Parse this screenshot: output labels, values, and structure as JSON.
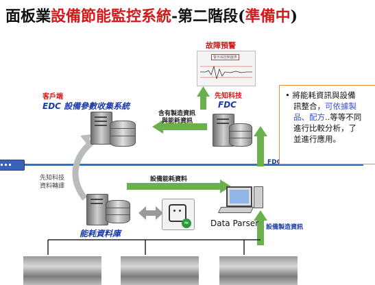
{
  "title": {
    "part1": "面板業",
    "part2": "設備節能監控系統",
    "part3": "-第二階段(",
    "part4": "準備中",
    "part5": ")"
  },
  "fault_warning": {
    "label": "故障預警",
    "chart_caption": "警示與控制圖表"
  },
  "client": {
    "label": "客戶端",
    "system": "EDC 設備參數收集系統"
  },
  "fdc": {
    "vendor": "先知科技",
    "name": "FDC"
  },
  "arrows": {
    "to_edc_line1": "含有製造資訊",
    "to_edc_line2": "與能耗資訊",
    "energy_data": "設備能耗資料",
    "equipment_manufacturing_data": "設備製造資訊"
  },
  "fdc_db_label": "FDC 資料庫",
  "transfer": {
    "line1": "先知科技",
    "line2": "資料轉譯"
  },
  "energy_db_label": "能耗資料庫",
  "data_parser_label": "Data Parser",
  "callout": {
    "bullet": "•",
    "line1": "將能耗資訊與設備",
    "line2a": "訊整合，",
    "line2b": "可依據製",
    "line3a": "品、配方",
    "line3b": "..等等不同",
    "line4": "進行比較分析，了",
    "line5": "並進行應用。"
  },
  "colors": {
    "accent_red": "#d21a1a",
    "edc_blue": "#1a3aa8",
    "network_line": "#2f6fcf",
    "arrow_green": "#6ab04c",
    "callout_border": "#e88a3a"
  }
}
